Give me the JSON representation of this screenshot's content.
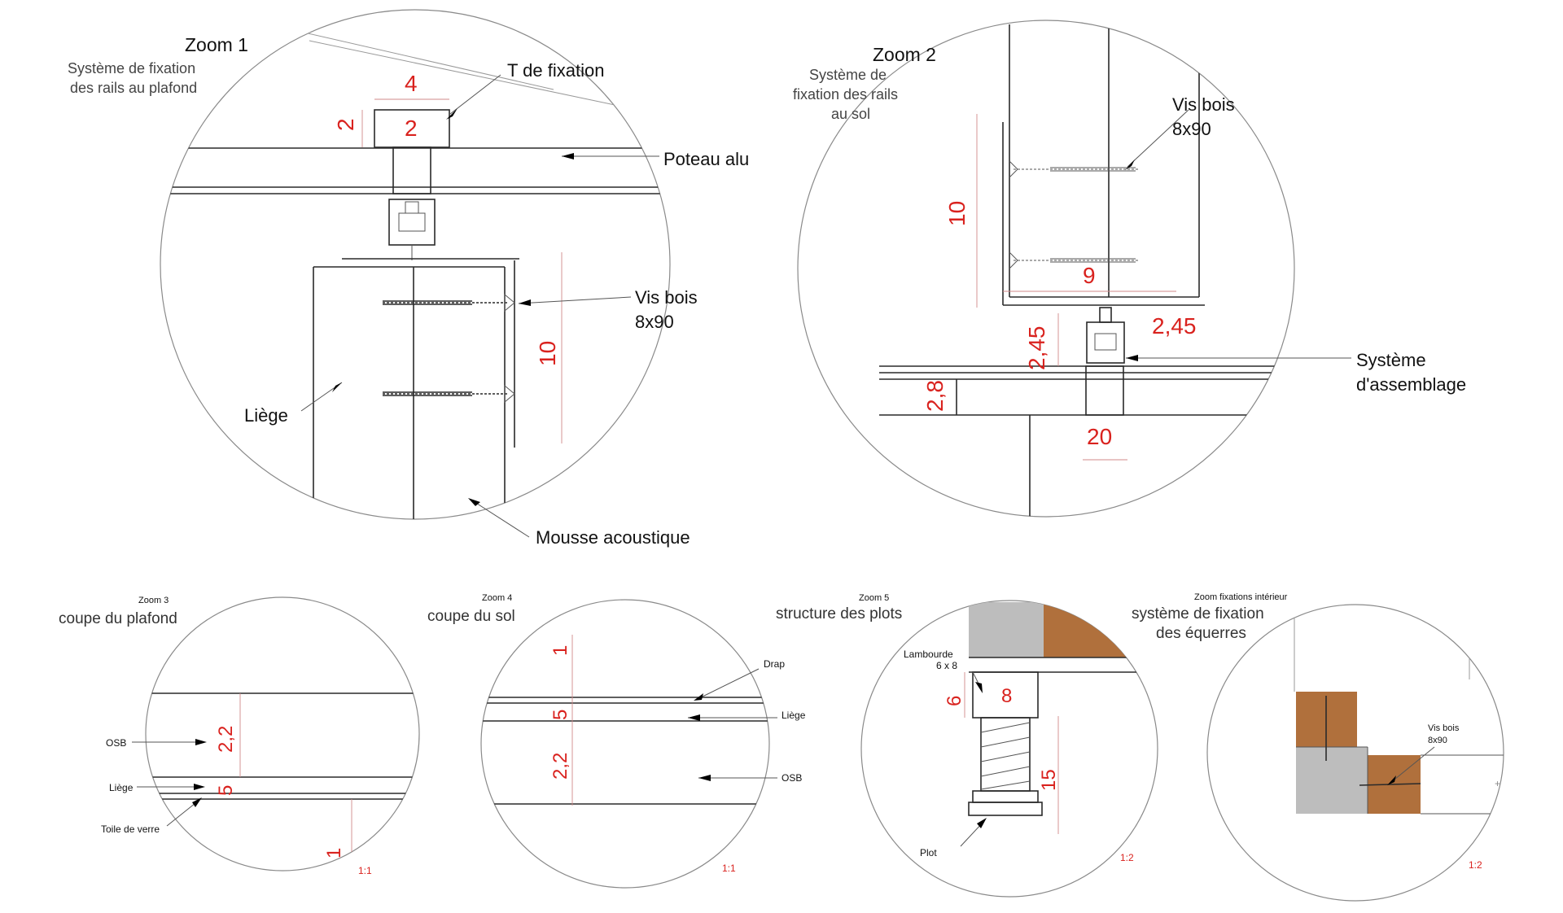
{
  "colors": {
    "dimension": "#d9221e",
    "wood": "#b0703c",
    "concrete": "#bdbdbd",
    "line": "#2a2a2a"
  },
  "zoom1": {
    "title": "Zoom 1",
    "subtitle": [
      "Système de fixation",
      "des rails au plafond"
    ],
    "labels": {
      "t": "T de fixation",
      "poteau": "Poteau alu",
      "vis": [
        "Vis bois",
        "8x90"
      ],
      "liege": "Liège",
      "mousse": "Mousse acoustique"
    },
    "dims": {
      "w": "4",
      "h": "2",
      "inner": "2",
      "len": "10"
    }
  },
  "zoom2": {
    "title": "Zoom 2",
    "subtitle": [
      "Système de",
      "fixation des rails",
      "au sol"
    ],
    "labels": {
      "vis": [
        "Vis bois",
        "8x90"
      ],
      "systeme": [
        "Système",
        "d'assemblage"
      ]
    },
    "dims": {
      "len": "10",
      "w": "9",
      "hv": "2,45",
      "hh": "2,45",
      "floor": "2,8",
      "base": "20"
    }
  },
  "zoom3": {
    "title": "Zoom 3",
    "subtitle": "coupe du plafond",
    "labels": {
      "osb": "OSB",
      "liege": "Liège",
      "toile": "Toile de verre"
    },
    "dims": {
      "osb": "2,2",
      "liege": "5",
      "toile": "1"
    },
    "scale": "1:1"
  },
  "zoom4": {
    "title": "Zoom 4",
    "subtitle": "coupe du sol",
    "labels": {
      "drap": "Drap",
      "liege": "Liège",
      "osb": "OSB"
    },
    "dims": {
      "drap": "1",
      "liege": "5",
      "osb": "2,2"
    },
    "scale": "1:1"
  },
  "zoom5": {
    "title": "Zoom 5",
    "subtitle": "structure des plots",
    "labels": {
      "lambourde": [
        "Lambourde",
        "6 x 8"
      ],
      "plot": "Plot"
    },
    "dims": {
      "h": "6",
      "w": "8",
      "plot": "15"
    },
    "scale": "1:2"
  },
  "zoom6": {
    "title": "Zoom fixations intérieur",
    "subtitle": [
      "système de fixation",
      "des équerres"
    ],
    "labels": {
      "vis": [
        "Vis bois",
        "8x90"
      ]
    },
    "scale": "1:2"
  }
}
